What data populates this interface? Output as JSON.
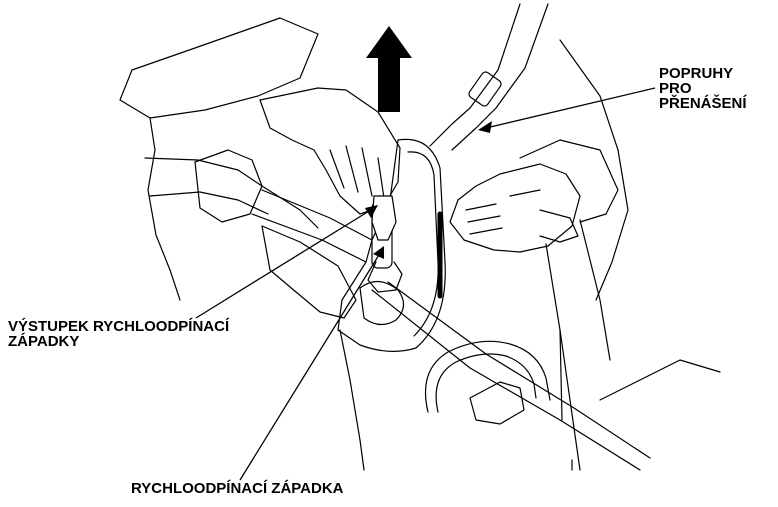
{
  "labels": {
    "carry_straps": [
      "POPRUHY",
      "PRO",
      "PŘENÁŠENÍ"
    ],
    "latch_tab": [
      "VÝSTUPEK RYCHLOODPÍNACÍ",
      "ZÁPADKY"
    ],
    "quick_release_latch": "RYCHLOODPÍNACÍ ZÁPADKA"
  },
  "colors": {
    "ink": "#000000",
    "paper": "#ffffff",
    "shade": "#dcdcdc"
  },
  "icons": {
    "direction": "arrow-up-icon"
  }
}
